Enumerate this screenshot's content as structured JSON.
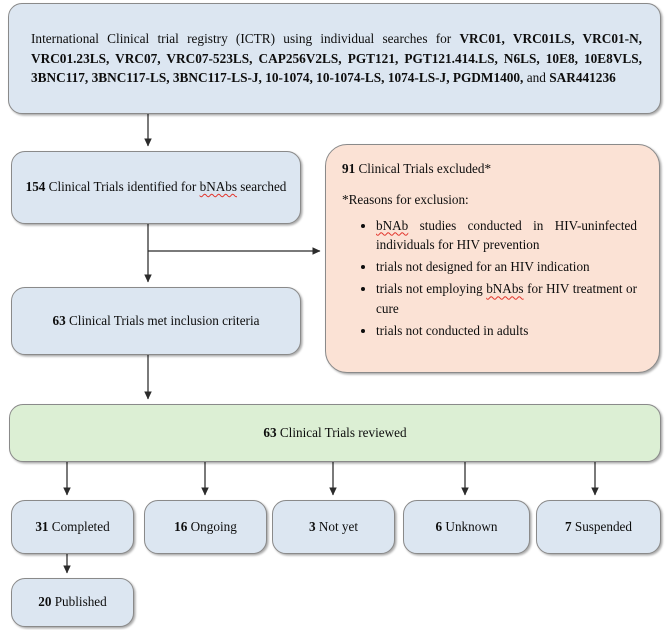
{
  "diagram": {
    "title": "Clinical trial selection flowchart",
    "colors": {
      "blue_fill": "#dce6f1",
      "salmon_fill": "#fbe2d5",
      "green_fill": "#dcefd4",
      "border": "#8a8a8a",
      "arrow": "#2b2b2b",
      "spellcheck_underline": "#e2332a"
    }
  },
  "registry": {
    "lead": "International Clinical trial registry (ICTR) using individual searches for ",
    "antibodies": "VRC01, VRC01LS, VRC01-N, VRC01.23LS, VRC07, VRC07-523LS, CAP256V2LS, PGT121, PGT121.414.LS, N6LS, 10E8, 10E8VLS, 3BNC117, 3BNC117-LS, 3BNC117-LS-J, 10-1074, 10-1074-LS, 1074-LS-J, PGDM1400,",
    "tail": " and ",
    "last_antibody": "SAR441236"
  },
  "identified": {
    "count": "154",
    "text_before": " Clinical Trials identified for ",
    "term": "bNAbs",
    "text_after": " searched"
  },
  "inclusion": {
    "count": "63",
    "text": " Clinical Trials met inclusion criteria"
  },
  "excluded": {
    "count": "91",
    "heading_text": " Clinical Trials excluded*",
    "reasons_label": "*Reasons for exclusion:",
    "reasons": [
      {
        "pre": "",
        "term": "bNAb",
        "post": " studies conducted in HIV-uninfected individuals for HIV prevention"
      },
      {
        "pre": "trials not designed for an HIV indication",
        "term": "",
        "post": ""
      },
      {
        "pre": "trials not employing ",
        "term": "bNAbs",
        "post": " for HIV treatment or cure"
      },
      {
        "pre": "trials not conducted in adults",
        "term": "",
        "post": ""
      }
    ]
  },
  "reviewed": {
    "count": "63",
    "text": " Clinical Trials reviewed"
  },
  "statuses": [
    {
      "count": "31",
      "label": " Completed"
    },
    {
      "count": "16",
      "label": " Ongoing"
    },
    {
      "count": "3",
      "label": " Not yet"
    },
    {
      "count": "6",
      "label": " Unknown"
    },
    {
      "count": "7",
      "label": " Suspended"
    }
  ],
  "published": {
    "count": "20",
    "label": " Published"
  }
}
